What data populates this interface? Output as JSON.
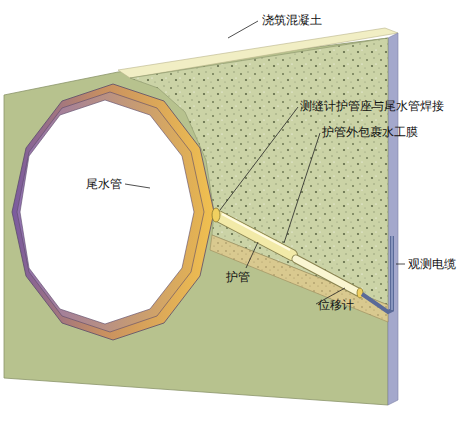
{
  "diagram": {
    "labels": [
      "浇筑混凝土",
      "测缝计护管座与尾水管焊接",
      "护管外包裹水工膜",
      "尾水管",
      "护管",
      "位移计",
      "观测电缆"
    ]
  }
}
